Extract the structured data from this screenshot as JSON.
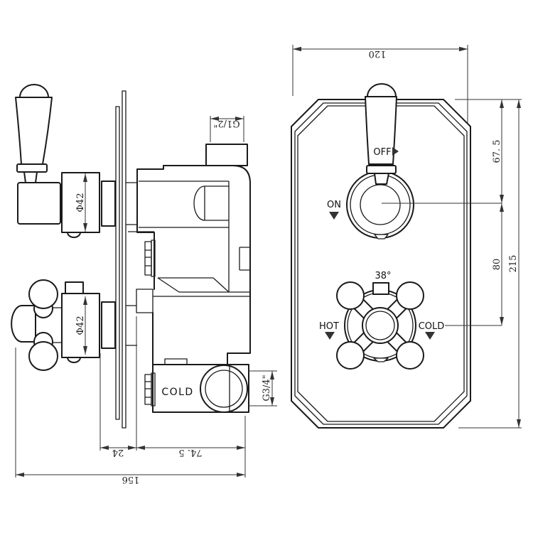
{
  "colors": {
    "background": "#ffffff",
    "line": "#1a1a1a",
    "dimension": "#333333"
  },
  "side_view": {
    "labels": {
      "top_trim_diameter": "Φ42",
      "bottom_trim_diameter": "Φ42",
      "inlet_thread": "G1/2\"",
      "cold_port": "COLD",
      "outlet_thread": "G3/4\""
    },
    "dimensions": {
      "trim_to_body": "24",
      "body_depth": "74. 5",
      "total_depth": "156"
    }
  },
  "front_view": {
    "labels": {
      "lever_off": "OFF",
      "lever_on": "ON",
      "temperature": "38°",
      "hot": "HOT",
      "cold": "COLD"
    },
    "dimensions": {
      "plate_width": "120",
      "top_to_lever_center": "67. 5",
      "lever_to_cross_center": "80",
      "plate_height": "215"
    }
  }
}
